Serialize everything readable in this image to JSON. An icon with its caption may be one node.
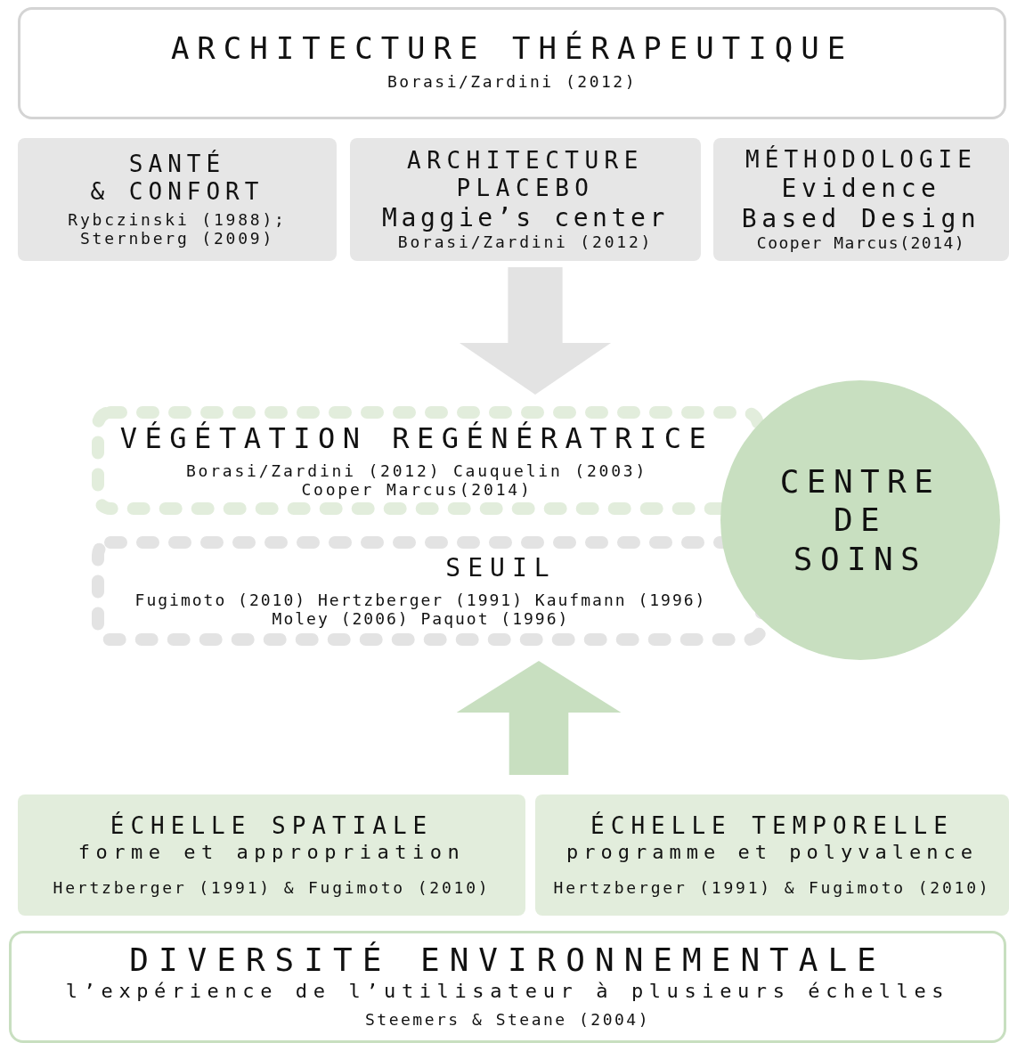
{
  "diagram": {
    "nodes": [
      {
        "text": [
          "ARCHITECTURE THÉRAPEUTIQUE",
          "Borasi/Zardini (2012)"
        ]
      },
      {
        "text": [
          "SANTÉ",
          "& CONFORT",
          "Rybczinski (1988); Sternberg (2009)"
        ]
      },
      {
        "text": [
          "ARCHITECTURE PLACEBO",
          "Maggie’s center",
          "Borasi/Zardini (2012)"
        ]
      },
      {
        "text": [
          "MÉTHODOLOGIE",
          "Evidence Based Design",
          "Cooper Marcus(2014)"
        ]
      },
      {
        "text": [
          "VÉGÉTATION REGÉNÉRATRICE",
          "Borasi/Zardini (2012) Cauquelin (2003) Cooper Marcus(2014)"
        ]
      },
      {
        "text": [
          "SEUIL",
          "Fugimoto (2010) Hertzberger (1991) Kaufmann (1996) Moley (2006) Paquot (1996)"
        ]
      },
      {
        "text": [
          "CENTRE DE SOINS"
        ]
      },
      {
        "text": [
          "ÉCHELLE SPATIALE",
          "forme et appropriation",
          "Hertzberger (1991) & Fugimoto (2010)"
        ]
      },
      {
        "text": [
          "ÉCHELLE TEMPORELLE",
          "programme et polyvalence",
          "Hertzberger (1991) & Fugimoto (2010)"
        ]
      },
      {
        "text": [
          "DIVERSITÉ ENVIRONNEMENTALE",
          "l’expérience de l’utilisateur à plusieurs échelles",
          "Steemers & Steane (2004)"
        ]
      }
    ],
    "edges": [
      {
        "from": 2,
        "to": 4,
        "arrow": "to",
        "color": "#e3e3e3"
      },
      {
        "from": null,
        "to": 5,
        "arrow": "to",
        "color": "#c8dfc0"
      }
    ]
  }
}
